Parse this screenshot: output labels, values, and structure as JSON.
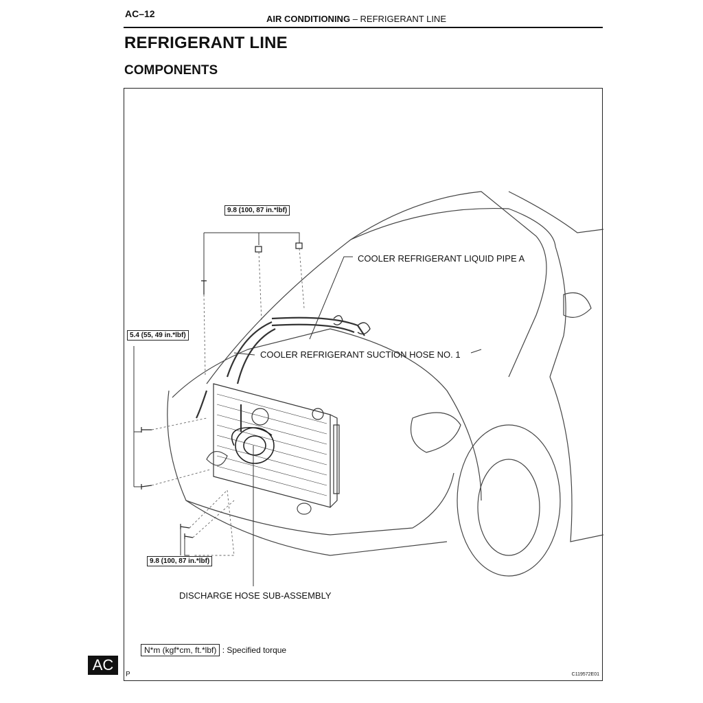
{
  "header": {
    "page_number": "AC–12",
    "section": "AIR CONDITIONING",
    "separator": "–",
    "subsection": "REFRIGERANT LINE"
  },
  "title": "REFRIGERANT LINE",
  "subtitle": "COMPONENTS",
  "figure": {
    "callouts": {
      "liquid_pipe": "COOLER REFRIGERANT LIQUID PIPE A",
      "suction_hose": "COOLER REFRIGERANT SUCTION HOSE NO. 1",
      "discharge_hose": "DISCHARGE HOSE SUB-ASSEMBLY"
    },
    "torques": {
      "top": "9.8 (100, 87 in.*lbf)",
      "left": "5.4 (55, 49 in.*lbf)",
      "bottom": "9.8 (100, 87 in.*lbf)"
    },
    "legend": {
      "unit_box": "N*m (kgf*cm, ft.*lbf)",
      "text": ": Specified torque"
    },
    "corner_letter": "P",
    "figure_code": "C119572E01"
  },
  "section_tab": "AC"
}
